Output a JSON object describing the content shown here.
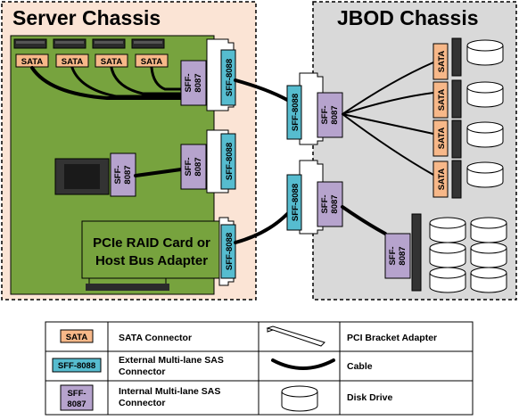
{
  "server_chassis": {
    "title": "Server Chassis"
  },
  "jbod_chassis": {
    "title": "JBOD Chassis"
  },
  "connectors": {
    "sata": "SATA",
    "sff8088": "SFF-8088",
    "sff8087_line1": "SFF-",
    "sff8087_line2": "8087"
  },
  "raid_card": {
    "line1": "PCIe RAID Card or",
    "line2": "Host Bus Adapter"
  },
  "legend": {
    "sata_desc": "SATA Connector",
    "sff8088_desc_line1": "External Multi-lane SAS",
    "sff8088_desc_line2": "Connector",
    "sff8087_desc_line1": "Internal Multi-lane SAS",
    "sff8087_desc_line2": "Connector",
    "bracket_desc": "PCI Bracket Adapter",
    "cable_desc": "Cable",
    "disk_desc": "Disk Drive"
  },
  "colors": {
    "server_bg": "#fbe4d5",
    "board_green": "#77a33e",
    "jbod_bg": "#d9d9d9",
    "sata_fill": "#f7b889",
    "sff8088_fill": "#56bccf",
    "sff8087_fill": "#b6a3cd"
  }
}
